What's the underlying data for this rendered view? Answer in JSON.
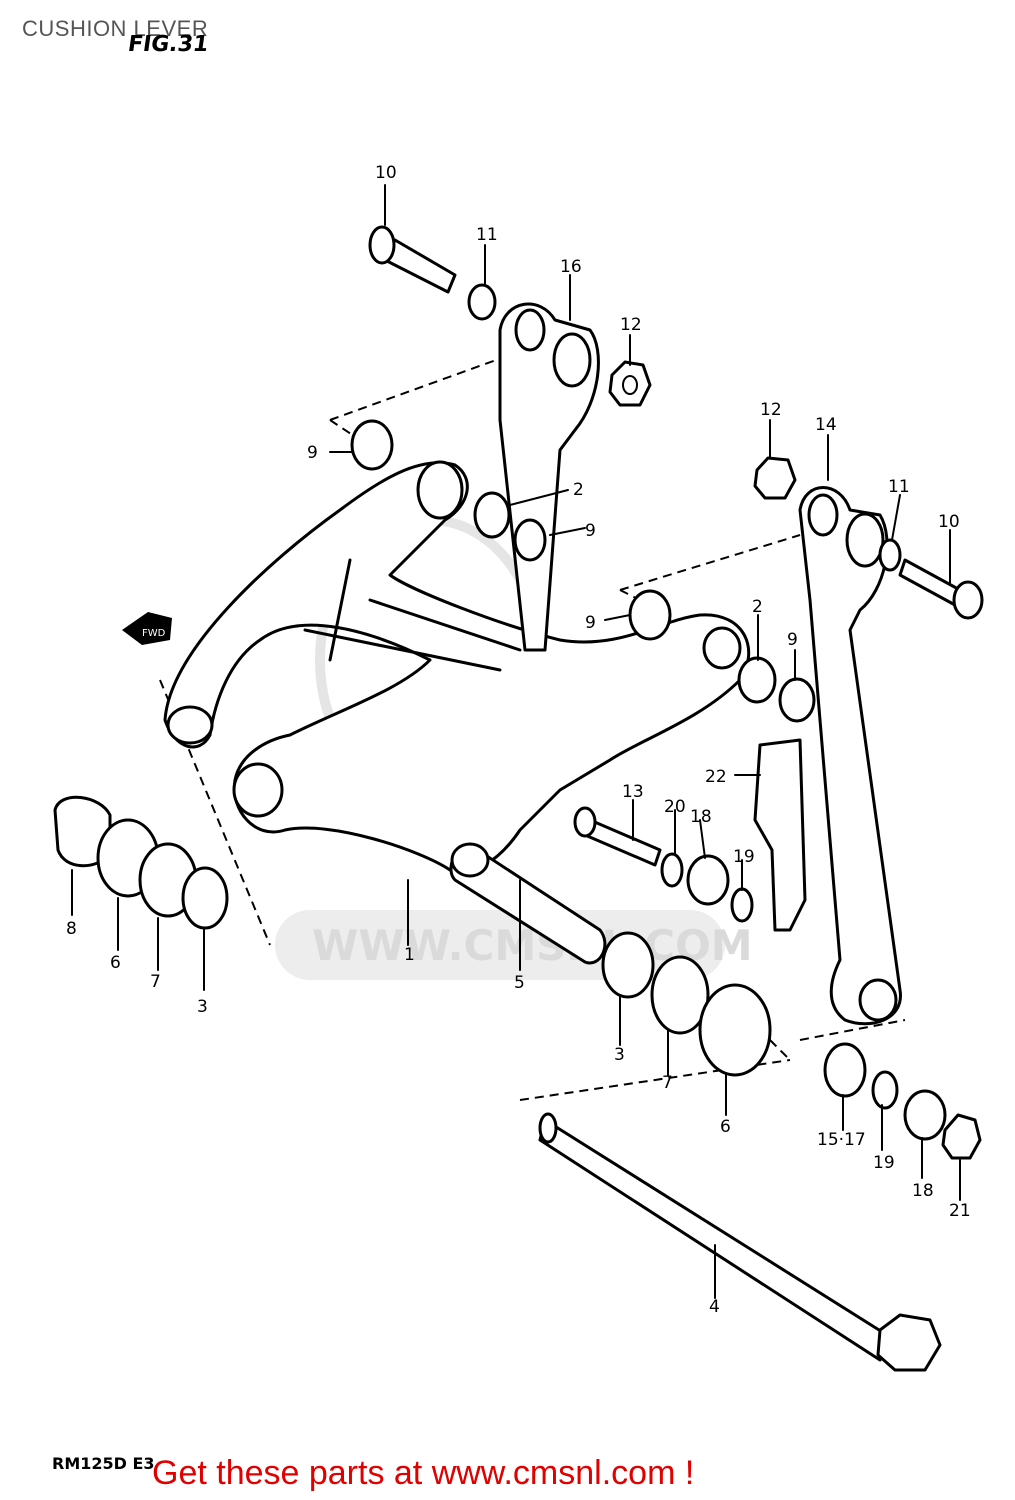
{
  "page": {
    "title": "CUSHION LEVER",
    "figure": "FIG.31",
    "model": "RM125D E3",
    "link_text": "Get these parts at www.cmsnl.com !",
    "link_color": "#e00000"
  },
  "watermark": {
    "text": "WWW.CMSNL.COM"
  },
  "front_arrow": {
    "text": "FWD"
  },
  "callouts": [
    "10",
    "11",
    "16",
    "12",
    "9",
    "2",
    "9",
    "12",
    "14",
    "11",
    "10",
    "9",
    "2",
    "9",
    "22",
    "13",
    "20",
    "18",
    "19",
    "8",
    "6",
    "7",
    "3",
    "1",
    "5",
    "3",
    "7",
    "6",
    "15·17",
    "19",
    "18",
    "21",
    "4"
  ]
}
